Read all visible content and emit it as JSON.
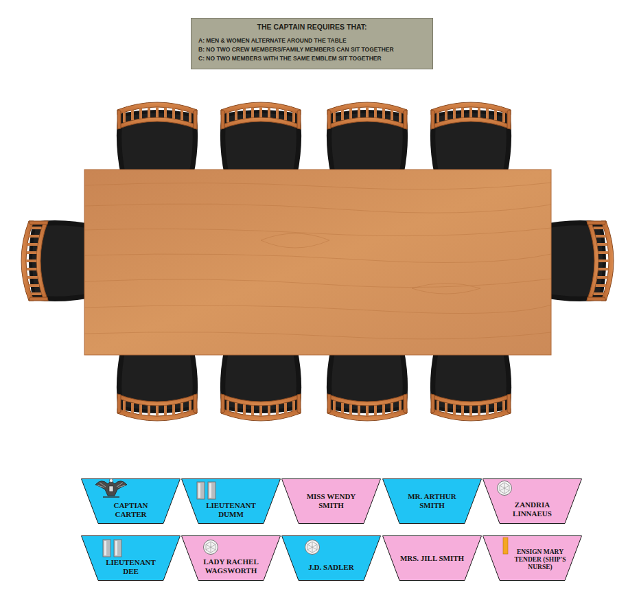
{
  "diagram": {
    "nodes": [
      {
        "text": [
          "THE CAPTAIN REQUIRES THAT:",
          "A: MEN & WOMEN ALTERNATE AROUND THE TABLE",
          "B: NO TWO CREW MEMBERS/FAMILY MEMBERS CAN SIT TOGETHER",
          "C: NO TWO MEMBERS WITH THE SAME EMBLEM SIT TOGETHER"
        ]
      },
      {
        "text": [
          "CAPTIAN CARTER"
        ]
      },
      {
        "text": [
          "LIEUTENANT DUMM"
        ]
      },
      {
        "text": [
          "MISS WENDY SMITH"
        ]
      },
      {
        "text": [
          "MR. ARTHUR SMITH"
        ]
      },
      {
        "text": [
          "ZANDRIA LINNAEUS"
        ]
      },
      {
        "text": [
          "LIEUTENANT DEE"
        ]
      },
      {
        "text": [
          "LADY RACHEL WAGSWORTH"
        ]
      },
      {
        "text": [
          "J.D. SADLER"
        ]
      },
      {
        "text": [
          "MRS. JILL SMITH"
        ]
      },
      {
        "text": [
          "ENSIGN MARY TENDER (SHIP'S NURSE)"
        ]
      }
    ]
  }
}
